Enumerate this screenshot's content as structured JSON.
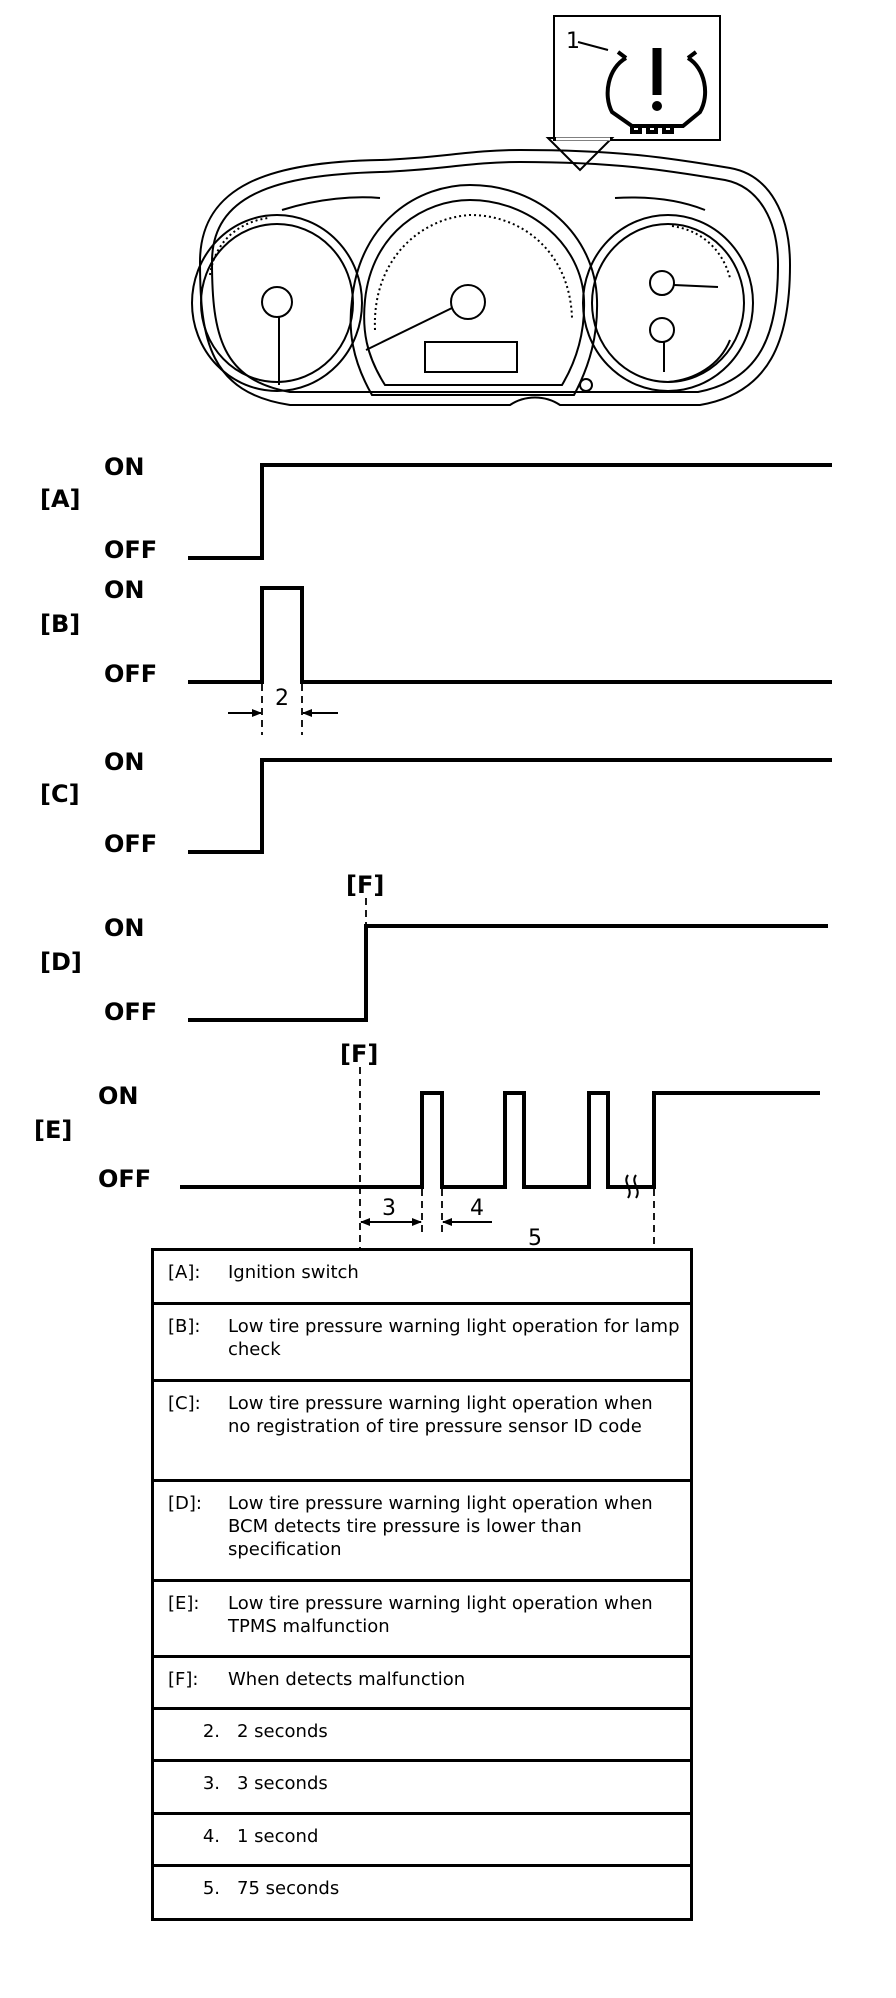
{
  "callout": {
    "item_number": "1"
  },
  "signals": [
    {
      "id": "A",
      "label": "[A]",
      "on": "ON",
      "off": "OFF"
    },
    {
      "id": "B",
      "label": "[B]",
      "on": "ON",
      "off": "OFF"
    },
    {
      "id": "C",
      "label": "[C]",
      "on": "ON",
      "off": "OFF"
    },
    {
      "id": "D",
      "label": "[D]",
      "on": "ON",
      "off": "OFF"
    },
    {
      "id": "E",
      "label": "[E]",
      "on": "ON",
      "off": "OFF"
    }
  ],
  "markers": {
    "f_label": "[F]"
  },
  "dimensions": {
    "d2": "2",
    "d3": "3",
    "d4": "4",
    "d5": "5"
  },
  "legend": [
    {
      "key": "[A]:",
      "text": "Ignition switch"
    },
    {
      "key": "[B]:",
      "text": "Low tire pressure warning light operation for lamp check"
    },
    {
      "key": "[C]:",
      "text": "Low tire pressure warning light operation when no registration of tire pressure sensor ID code"
    },
    {
      "key": "[D]:",
      "text": "Low tire pressure warning light operation when BCM detects tire pressure is lower than specification"
    },
    {
      "key": "[E]:",
      "text": "Low tire pressure warning light operation when TPMS malfunction"
    },
    {
      "key": "[F]:",
      "text": "When detects malfunction"
    },
    {
      "key": "2.",
      "text": "2 seconds"
    },
    {
      "key": "3.",
      "text": "3 seconds"
    },
    {
      "key": "4.",
      "text": "1 second"
    },
    {
      "key": "5.",
      "text": "75 seconds"
    }
  ]
}
